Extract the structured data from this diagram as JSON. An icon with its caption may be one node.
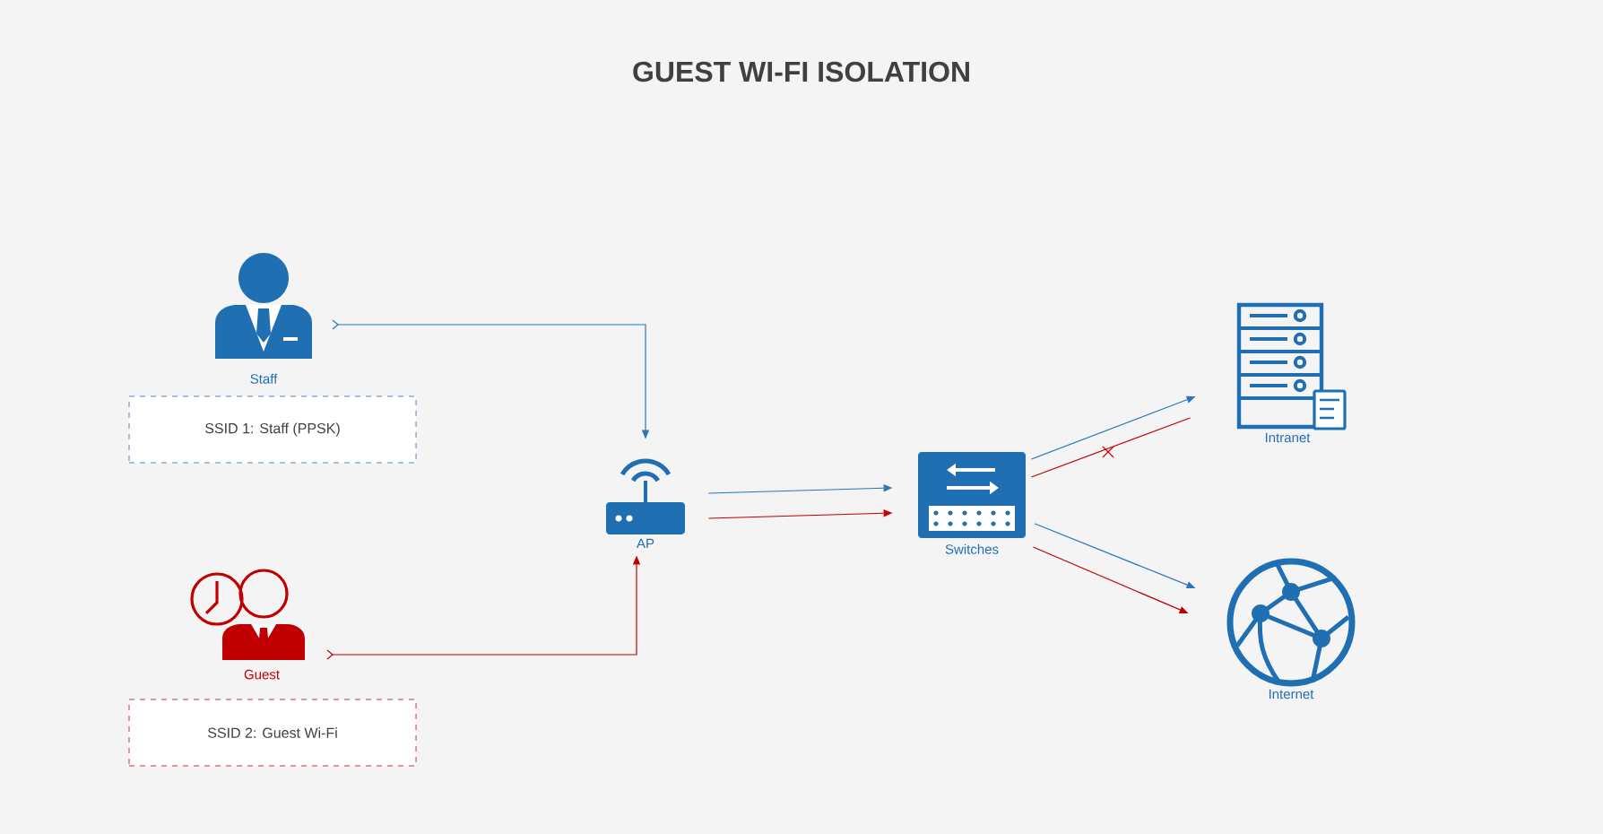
{
  "diagram": {
    "title": "GUEST WI-FI ISOLATION",
    "nodes": [
      {
        "text": [
          "Staff"
        ]
      },
      {
        "text": [
          "SSID 1: Staff (PPSK)"
        ]
      },
      {
        "text": [
          "Guest"
        ]
      },
      {
        "text": [
          "SSID 2: Guest Wi-Fi"
        ]
      },
      {
        "text": [
          "AP"
        ]
      },
      {
        "text": [
          "Switches"
        ]
      },
      {
        "text": [
          "Intranet"
        ]
      },
      {
        "text": [
          "Internet"
        ]
      }
    ],
    "edges": [
      {
        "from": 0,
        "to": 4,
        "arrow": "to",
        "color": "#2e75b6"
      },
      {
        "from": 2,
        "to": 4,
        "arrow": "to",
        "color": "#c00000"
      },
      {
        "from": 4,
        "to": 5,
        "arrow": "to",
        "color": "#2e75b6"
      },
      {
        "from": 4,
        "to": 5,
        "arrow": "to",
        "color": "#c00000"
      },
      {
        "from": 5,
        "to": 6,
        "arrow": "to",
        "color": "#2e75b6"
      },
      {
        "from": 5,
        "to": 6,
        "arrow": "none",
        "color": "#c00000"
      },
      {
        "from": 5,
        "to": 7,
        "arrow": "to",
        "color": "#2e75b6"
      },
      {
        "from": 5,
        "to": 7,
        "arrow": "to",
        "color": "#c00000"
      }
    ]
  }
}
